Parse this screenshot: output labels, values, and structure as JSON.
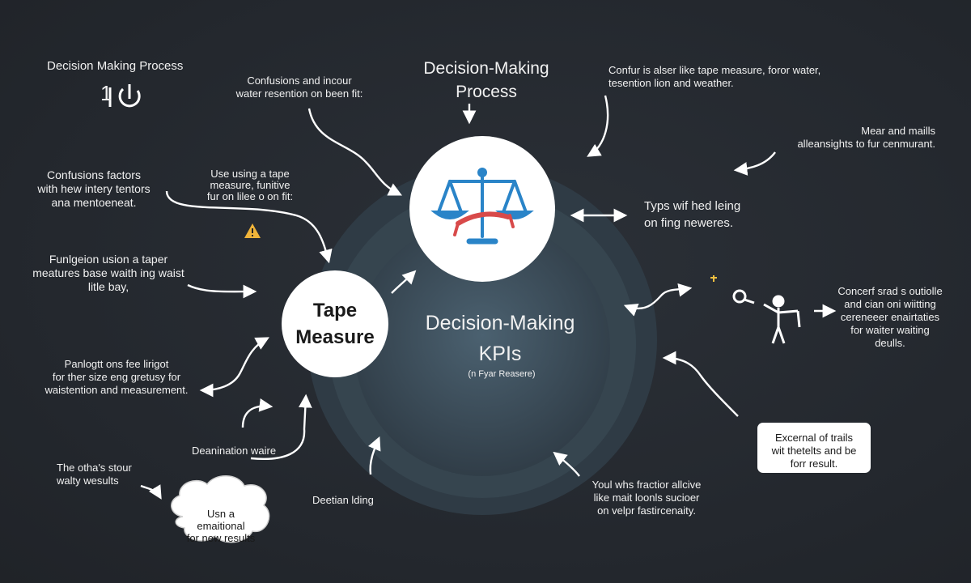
{
  "labels": {
    "top_left_title": "Decision Making Process",
    "top_left_number": "1",
    "top_center_title": "Decision-Making\nProcess",
    "confusions_top": "Confusions and incour\nwater resention on been fit:",
    "top_right": "Confur is alser like tape measure, foror water,\ntesention lion and weather.",
    "mear_and": "Mear and maills\nalleansights to fur cenmurant.",
    "confusions_factors": "Confusions factors\nwith hew intery tentors\nana mentoeneat.",
    "use_tape": "Use using a tape\nmeasure, funitive\nfur on lilee o on fit:",
    "typs": "Typs wif hed leing\non fing neweres.",
    "funigeion": "Funlgeion usion a taper\nmeatures base waith ing waist\nlitle bay,",
    "tape_measure": "Tape\nMeasure",
    "center_kpis": "Decision-Making\nKPIs",
    "center_subtitle": "(n Fyar Reasere)",
    "concerf": "Concerf srad s outiolle\nand cian oni wiitting\ncereneeer enairtaties\nfor waiter waiting\ndeulls.",
    "panlogt": "Panlogtt ons fee lirigot\nfor ther size eng gretusy for\nwaistention and measurement.",
    "deanination": "Deanination waire",
    "external": "Excernal of trails\nwit thetelts and be\nforr result.",
    "the_otha": "The otha's stour\nwalty wesults",
    "deetian": "Deetian lding",
    "youl": "Youl whs fractior allcive\nlike mait loonls sucioer\non velpr fastircenaity.",
    "cloud_text": "Usn a\nemaitional\nfor new results"
  },
  "colors": {
    "background": "#24282e",
    "ring_outer": "#2f3b45",
    "ring_inner": "#4b6170",
    "scales_blue": "#2a84c8",
    "ribbon_red": "#d84a4a",
    "warning_yellow": "#f0b43a"
  },
  "icons": [
    "power-icon",
    "scales-icon",
    "warning-icon",
    "person-magnifier-icon"
  ]
}
